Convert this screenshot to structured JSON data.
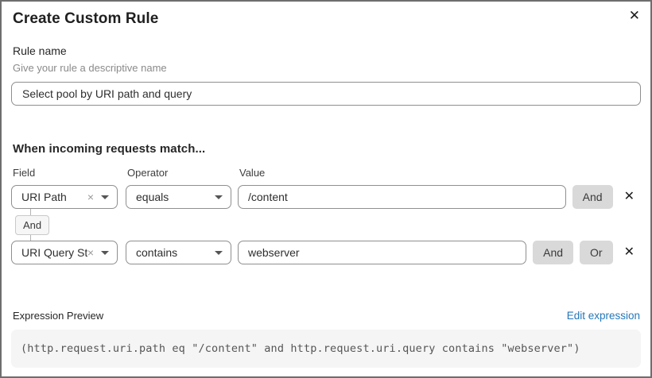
{
  "dialog": {
    "title": "Create Custom Rule",
    "close_icon": "✕"
  },
  "rule_name": {
    "label": "Rule name",
    "helper": "Give your rule a descriptive name",
    "value": "Select pool by URI path and query"
  },
  "match": {
    "heading": "When incoming requests match...",
    "column_labels": {
      "field": "Field",
      "operator": "Operator",
      "value": "Value"
    },
    "connector_label": "And",
    "icons": {
      "clear": "×",
      "delete": "✕"
    },
    "rows": [
      {
        "field": "URI Path",
        "operator": "equals",
        "value": "/content",
        "buttons": [
          "And"
        ]
      },
      {
        "field": "URI Query St...",
        "operator": "contains",
        "value": "webserver",
        "buttons": [
          "And",
          "Or"
        ]
      }
    ]
  },
  "expression": {
    "label": "Expression Preview",
    "edit_link": "Edit expression",
    "code": "(http.request.uri.path eq \"/content\" and http.request.uri.query contains \"webserver\")"
  },
  "colors": {
    "accent_link": "#2577b8",
    "button_gray": "#d9d9d9",
    "border_gray": "#8f8f8f",
    "code_bg": "#f5f5f6"
  }
}
